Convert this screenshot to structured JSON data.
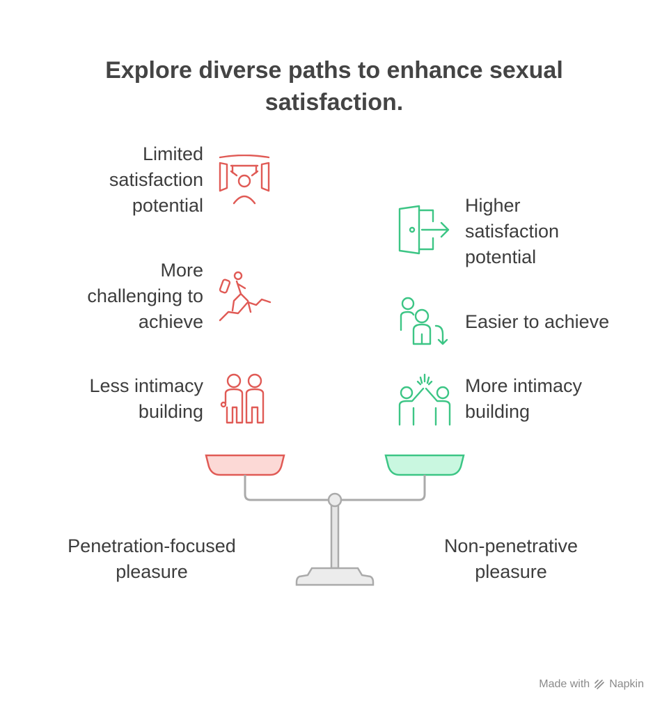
{
  "title": "Explore diverse paths to enhance sexual satisfaction.",
  "left": {
    "items": [
      {
        "text": "Limited\nsatisfaction\npotential",
        "icon": "stage-spotlight-icon"
      },
      {
        "text": "More\nchallenging to\nachieve",
        "icon": "climber-icon"
      },
      {
        "text": "Less intimacy\nbuilding",
        "icon": "two-people-icon"
      }
    ],
    "base_label": "Penetration-focused\npleasure",
    "color": "#e05a55",
    "pan_fill": "#fcd9d6"
  },
  "right": {
    "items": [
      {
        "text": "Higher\nsatisfaction\npotential",
        "icon": "exit-door-icon"
      },
      {
        "text": "Easier to achieve",
        "icon": "people-down-arrow-icon"
      },
      {
        "text": "More intimacy\nbuilding",
        "icon": "high-five-icon"
      }
    ],
    "base_label": "Non-penetrative\npleasure",
    "color": "#3cc585",
    "pan_fill": "#c9f7e0"
  },
  "footer": {
    "made_with": "Made with",
    "brand": "Napkin"
  }
}
